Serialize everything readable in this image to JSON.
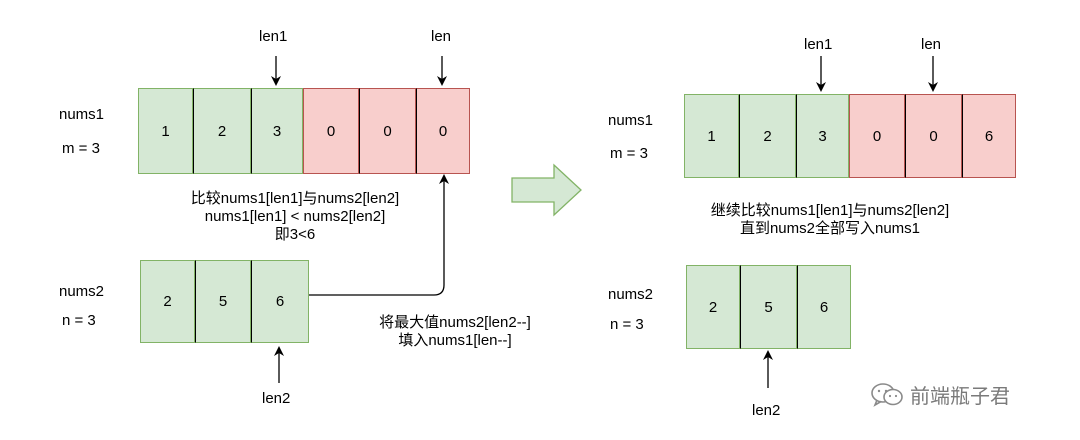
{
  "left": {
    "nums1": {
      "name": "nums1",
      "m_label": "m = 3",
      "cells": [
        "1",
        "2",
        "3",
        "0",
        "0",
        "0"
      ],
      "cell_states": [
        "green",
        "green",
        "green",
        "red",
        "red",
        "red"
      ]
    },
    "pointer_len1": "len1",
    "pointer_len": "len",
    "note1": [
      "比较nums1[len1]与nums2[len2]",
      "nums1[len1] < nums2[len2]",
      "即3<6"
    ],
    "nums2": {
      "name": "nums2",
      "n_label": "n = 3",
      "cells": [
        "2",
        "5",
        "6"
      ]
    },
    "pointer_len2": "len2",
    "note2": [
      "将最大值nums2[len2--]",
      "填入nums1[len--]"
    ]
  },
  "right": {
    "nums1": {
      "name": "nums1",
      "m_label": "m = 3",
      "cells": [
        "1",
        "2",
        "3",
        "0",
        "0",
        "6"
      ],
      "cell_states": [
        "green",
        "green",
        "green",
        "red",
        "red",
        "red"
      ]
    },
    "pointer_len1": "len1",
    "pointer_len": "len",
    "note": [
      "继续比较nums1[len1]与nums2[len2]",
      "直到nums2全部写入nums1"
    ],
    "nums2": {
      "name": "nums2",
      "n_label": "n = 3",
      "cells": [
        "2",
        "5",
        "6"
      ]
    },
    "pointer_len2": "len2"
  },
  "transition_arrow_color": "#d5e8d4",
  "watermark": "前端瓶子君"
}
